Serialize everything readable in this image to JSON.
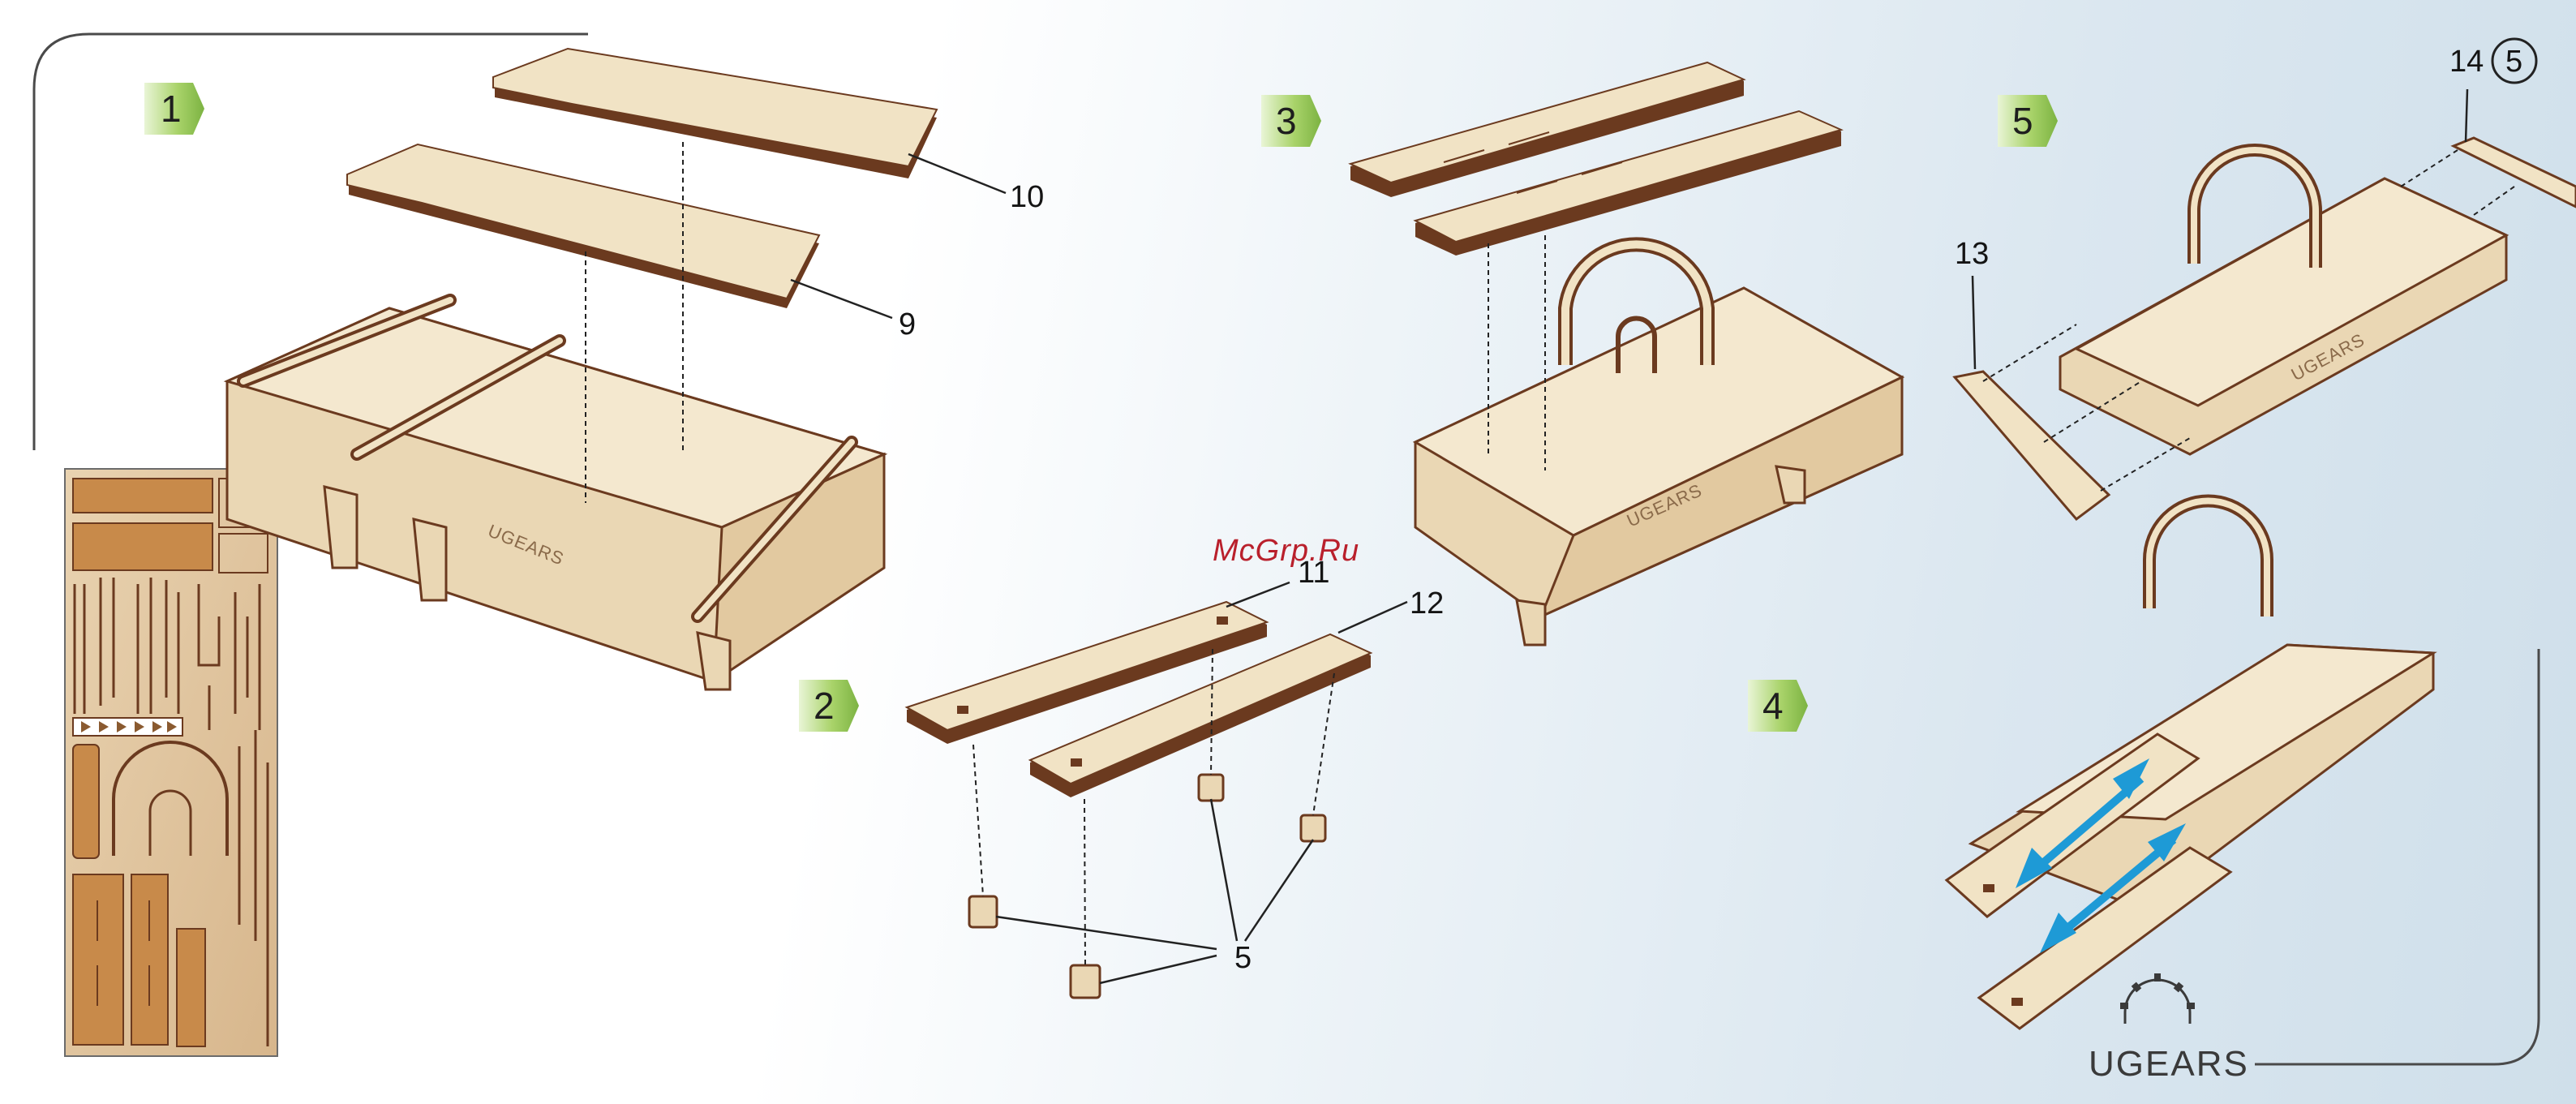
{
  "steps": [
    {
      "label": "1"
    },
    {
      "label": "2"
    },
    {
      "label": "3"
    },
    {
      "label": "4"
    },
    {
      "label": "5"
    }
  ],
  "part_numbers": {
    "p10": "10",
    "p9": "9",
    "p11": "11",
    "p12": "12",
    "p5": "5",
    "p13": "13",
    "p14": "14",
    "p14_qty": "5"
  },
  "watermark": "McGrp.Ru",
  "brand": "UGEARS",
  "colors": {
    "wood": "#f1e3c5",
    "wood_edge": "#6b3a1f",
    "step_badge": "#8bc34a",
    "arrow": "#1e9ad6",
    "frame_line": "#4a4a4a"
  }
}
